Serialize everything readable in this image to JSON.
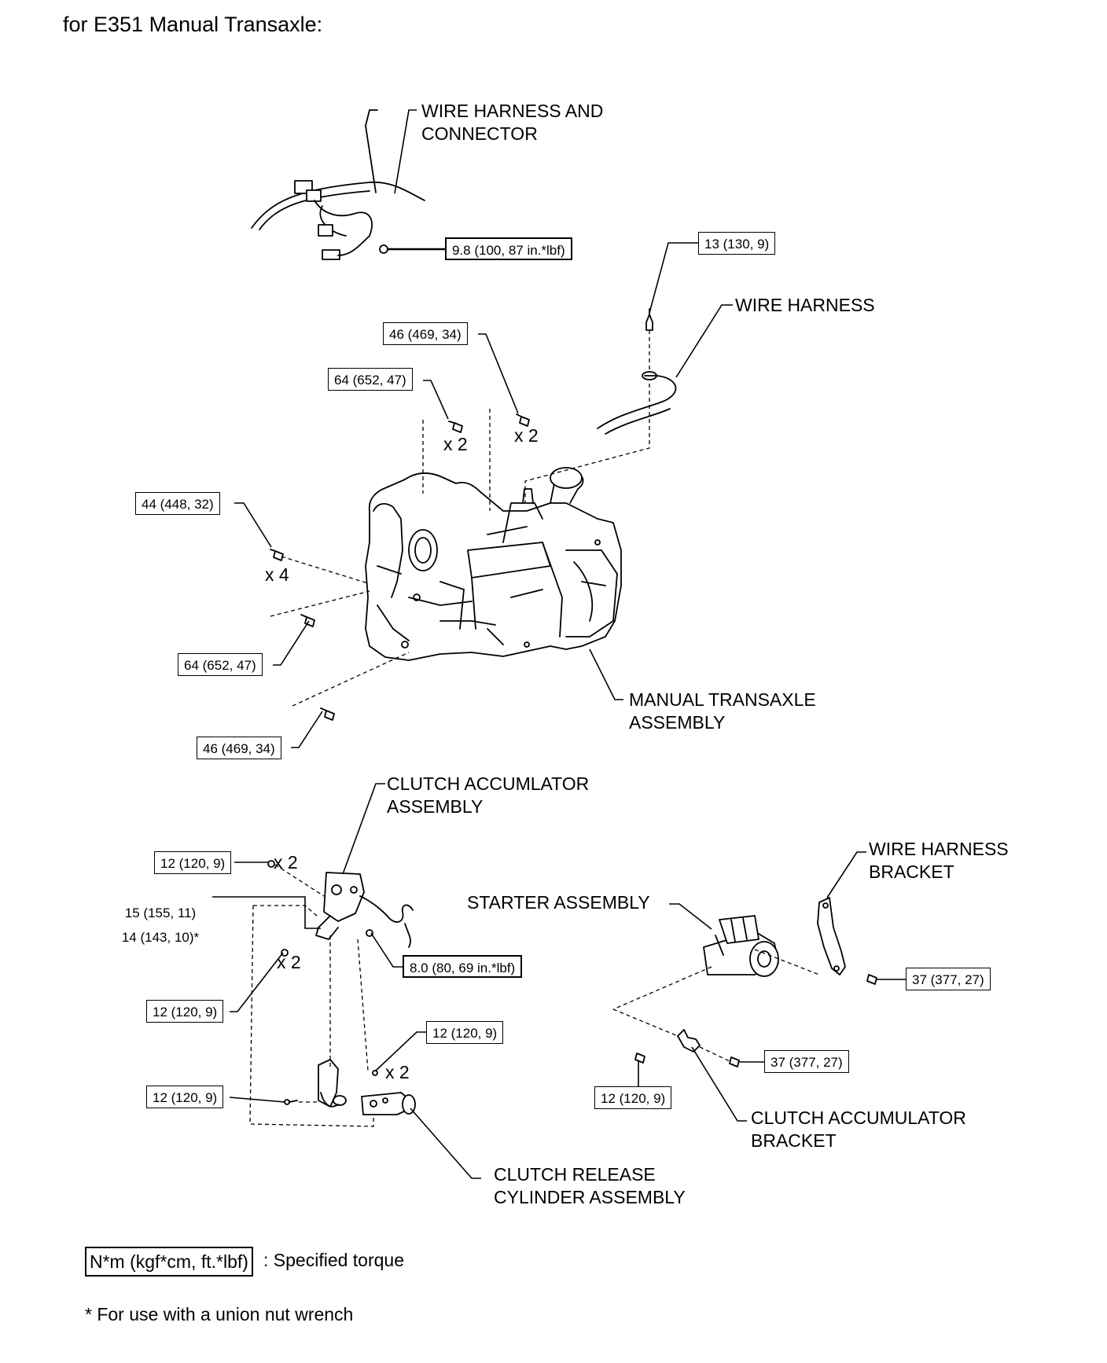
{
  "title": "for E351 Manual Transaxle:",
  "parts": {
    "wire_harness_connector": [
      "WIRE HARNESS AND",
      "CONNECTOR"
    ],
    "wire_harness": "WIRE HARNESS",
    "manual_transaxle": [
      "MANUAL TRANSAXLE",
      "ASSEMBLY"
    ],
    "clutch_accumulator": [
      "CLUTCH ACCUMLATOR",
      "ASSEMBLY"
    ],
    "wire_harness_bracket": [
      "WIRE HARNESS",
      "BRACKET"
    ],
    "starter": "STARTER ASSEMBLY",
    "clutch_accumulator_bracket": [
      "CLUTCH ACCUMULATOR",
      "BRACKET"
    ],
    "clutch_release_cylinder": [
      "CLUTCH RELEASE",
      "CYLINDER ASSEMBLY"
    ]
  },
  "torques": {
    "connector_nut": "9.8 (100, 87 in.*lbf)",
    "wire_harness_bolt": "13 (130, 9)",
    "upper_bolt_46": "46 (469, 34)",
    "upper_bolt_64": "64 (652, 47)",
    "side_bolt_44": "44 (448, 32)",
    "lower_bolt_64": "64 (652, 47)",
    "lower_bolt_46": "46 (469, 34)",
    "accumulator_nut": "12 (120, 9)",
    "union_nut_a": "15 (155, 11)",
    "union_nut_b": "14 (143, 10)*",
    "accumulator_bracket_bolt": "8.0 (80, 69 in.*lbf)",
    "left_bolt_12": "12 (120, 9)",
    "release_cyl_nut": "12 (120, 9)",
    "release_cyl_bolt": "12 (120, 9)",
    "starter_bolt_upper": "37 (377, 27)",
    "starter_bolt_lower": "37 (377, 27)",
    "bracket_bolt_12": "12 (120, 9)"
  },
  "quantities": {
    "upper_46": "x 2",
    "upper_64": "x 2",
    "side_44": "x 4",
    "accumulator_nut": "x 2",
    "left_bolt": "x 2",
    "release_nut": "x 2"
  },
  "legend": {
    "unit_box": "N*m (kgf*cm, ft.*lbf)",
    "unit_text": ": Specified torque",
    "note": "* For use with a union nut wrench"
  }
}
